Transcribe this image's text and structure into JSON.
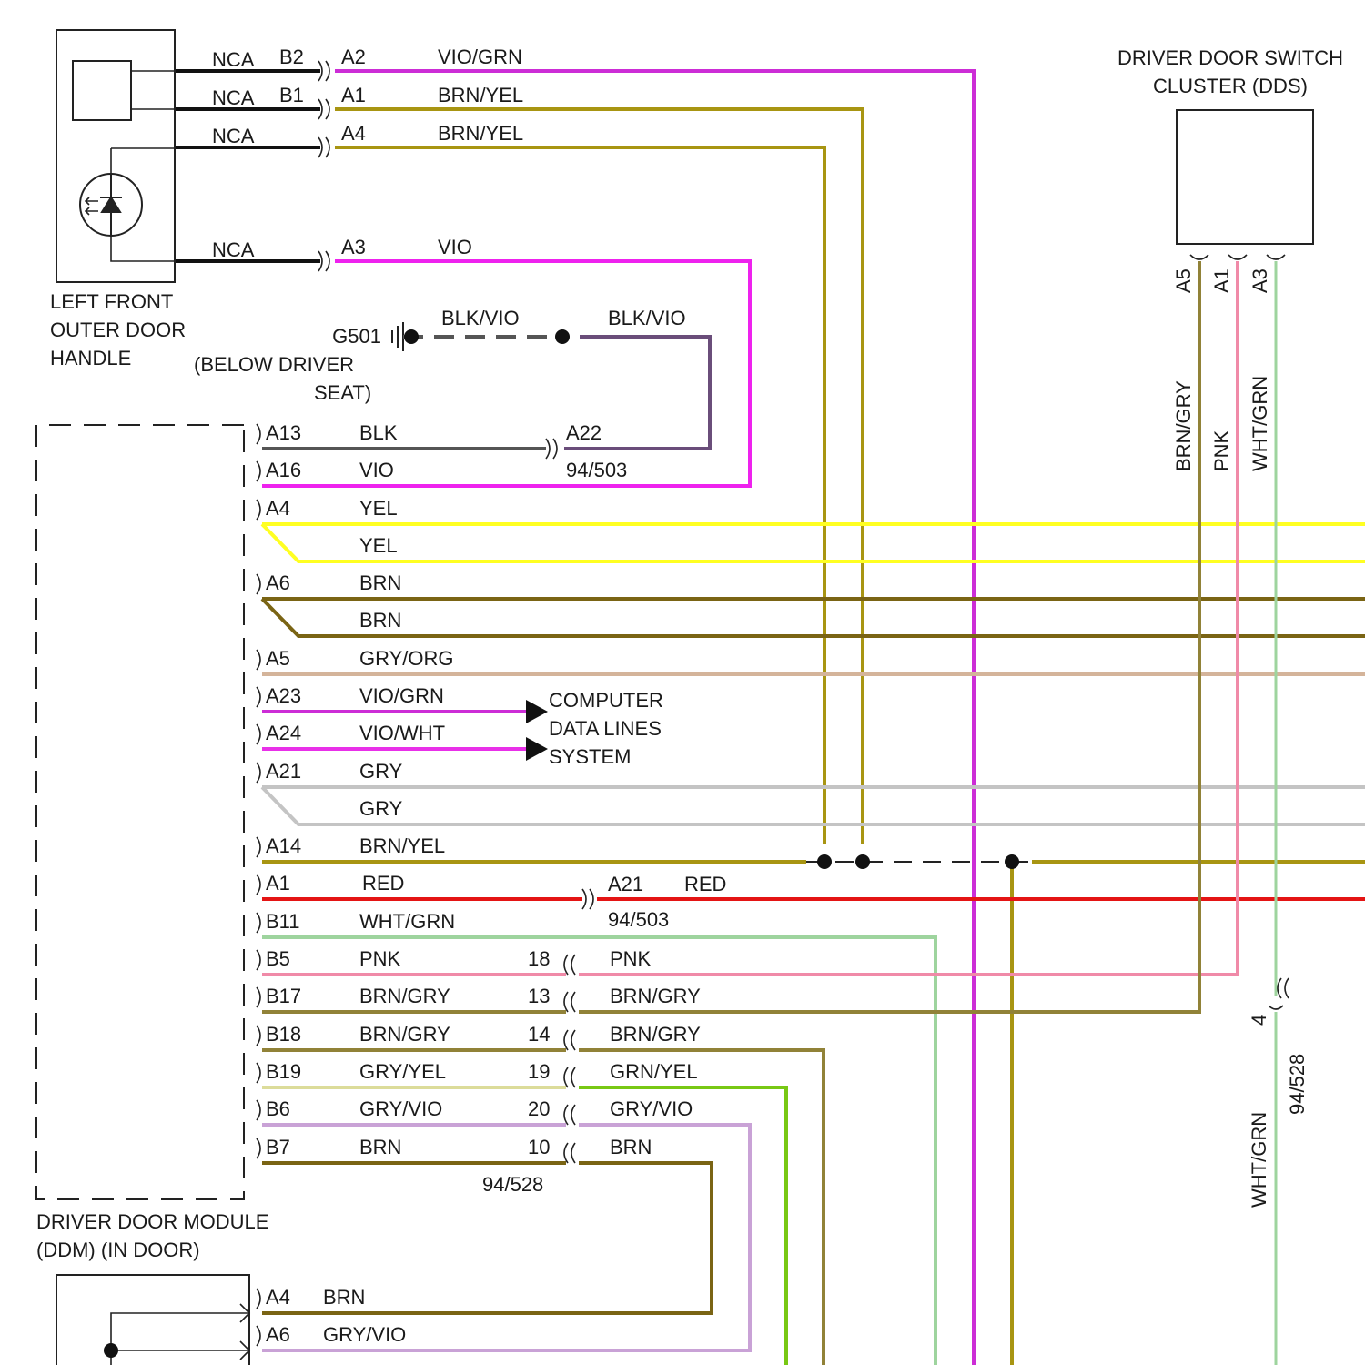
{
  "components": {
    "handle_title": [
      "LEFT FRONT",
      "OUTER DOOR",
      "HANDLE"
    ],
    "dds_title": [
      "DRIVER DOOR SWITCH",
      "CLUSTER (DDS)"
    ],
    "ddm_title": [
      "DRIVER DOOR MODULE",
      "(DDM) (IN DOOR)"
    ],
    "ground": {
      "id": "G501",
      "location": [
        "(BELOW DRIVER",
        "SEAT)"
      ]
    },
    "data_lines": [
      "COMPUTER",
      "DATA LINES",
      "SYSTEM"
    ]
  },
  "colors": {
    "BLACK": "#111111",
    "VIO_GRN": "#cc2dd6",
    "BRN_YEL": "#a89512",
    "VIO": "#ee22ee",
    "BLK_VIO": "#6a4d7a",
    "BLK": "#555555",
    "YEL": "#ffff22",
    "BRN": "#7a6414",
    "GRY_ORG": "#d4b49a",
    "VIO_WHT": "#e830e8",
    "GRY": "#c4c4c4",
    "RED": "#e41414",
    "WHT_GRN": "#9ed49e",
    "PNK": "#f08aa8",
    "BRN_GRY": "#918238",
    "GRY_YEL": "#dcdc9a",
    "GRN_YEL": "#78c814",
    "GRY_VIO": "#c9a2d6",
    "GND_DASH": "#555555"
  },
  "handle_pins": [
    {
      "nca": "NCA",
      "cavity": "B2",
      "pin": "A2",
      "wire": "VIO/GRN"
    },
    {
      "nca": "NCA",
      "cavity": "B1",
      "pin": "A1",
      "wire": "BRN/YEL"
    },
    {
      "nca": "NCA",
      "cavity": "",
      "pin": "A4",
      "wire": "BRN/YEL"
    },
    {
      "nca": "NCA",
      "cavity": "",
      "pin": "A3",
      "wire": "VIO"
    }
  ],
  "ground_wires": [
    "BLK/VIO",
    "BLK/VIO"
  ],
  "ddm_pins": [
    {
      "pin": "A13",
      "wire": "BLK"
    },
    {
      "pin": "A16",
      "wire": "VIO"
    },
    {
      "pin": "A4",
      "wire": "YEL"
    },
    {
      "pin": "",
      "wire": "YEL"
    },
    {
      "pin": "A6",
      "wire": "BRN"
    },
    {
      "pin": "",
      "wire": "BRN"
    },
    {
      "pin": "A5",
      "wire": "GRY/ORG"
    },
    {
      "pin": "A23",
      "wire": "VIO/GRN"
    },
    {
      "pin": "A24",
      "wire": "VIO/WHT"
    },
    {
      "pin": "A21",
      "wire": "GRY"
    },
    {
      "pin": "",
      "wire": "GRY"
    },
    {
      "pin": "A14",
      "wire": "BRN/YEL"
    },
    {
      "pin": "A1",
      "wire": "RED"
    },
    {
      "pin": "B11",
      "wire": "WHT/GRN"
    },
    {
      "pin": "B5",
      "wire": "PNK"
    },
    {
      "pin": "B17",
      "wire": "BRN/GRY"
    },
    {
      "pin": "B18",
      "wire": "BRN/GRY"
    },
    {
      "pin": "B19",
      "wire": "GRY/YEL"
    },
    {
      "pin": "B6",
      "wire": "GRY/VIO"
    },
    {
      "pin": "B7",
      "wire": "BRN"
    }
  ],
  "inline_94_503": {
    "connector": "94/503",
    "a22_pin": "A22",
    "a21_pin": "A21",
    "a21_wire": "RED"
  },
  "inline_94_528": {
    "connector": "94/528",
    "rows": [
      {
        "cavity": "18",
        "wire_out": "PNK"
      },
      {
        "cavity": "13",
        "wire_out": "BRN/GRY"
      },
      {
        "cavity": "14",
        "wire_out": "BRN/GRY"
      },
      {
        "cavity": "19",
        "wire_out": "GRN/YEL"
      },
      {
        "cavity": "20",
        "wire_out": "GRY/VIO"
      },
      {
        "cavity": "10",
        "wire_out": "BRN"
      }
    ]
  },
  "dds_pins": [
    {
      "pin": "A5",
      "wire": "BRN/GRY"
    },
    {
      "pin": "A1",
      "wire": "PNK"
    },
    {
      "pin": "A3",
      "wire": "WHT/GRN"
    }
  ],
  "dds_inline": {
    "cavity": "4",
    "connector": "94/528",
    "wire": "WHT/GRN"
  },
  "bottom_pins": [
    {
      "pin": "A4",
      "wire": "BRN"
    },
    {
      "pin": "A6",
      "wire": "GRY/VIO"
    }
  ]
}
